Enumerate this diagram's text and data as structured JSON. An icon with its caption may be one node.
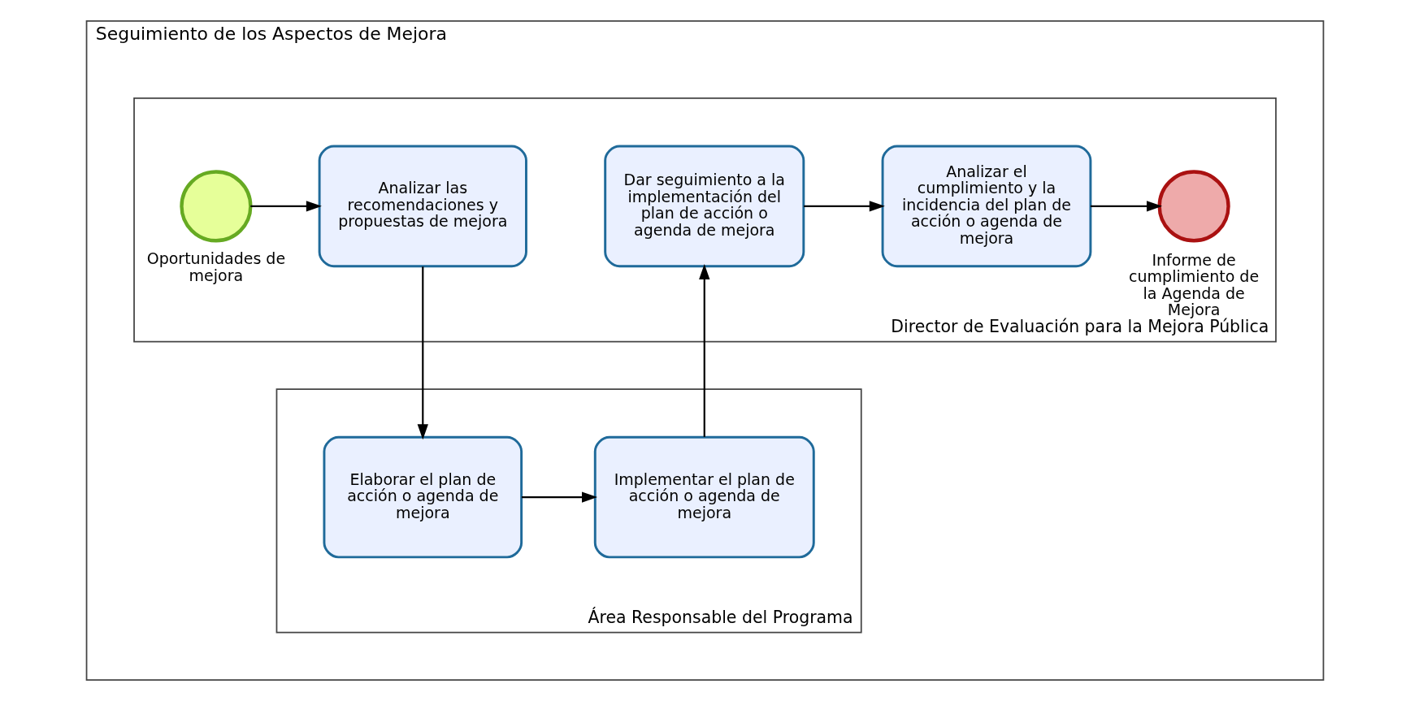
{
  "diagram": {
    "nodes": [
      {
        "text": [
          "Seguimiento de los Aspectos de Mejora"
        ]
      },
      {
        "text": [
          "Director de Evaluación para la Mejora Pública"
        ],
        "in": 0
      },
      {
        "text": [
          "Área Responsable del Programa"
        ],
        "in": 0
      },
      {
        "text": [],
        "shape": "circle",
        "in": 1,
        "beside": [
          "Oportunidades de mejora"
        ]
      },
      {
        "text": [
          "Analizar las recomendaciones y propuestas de mejora"
        ],
        "in": 1
      },
      {
        "text": [
          "Dar seguimiento a la implementación del plan de acción o agenda de mejora"
        ],
        "in": 1
      },
      {
        "text": [
          "Analizar el cumplimiento y la incidencia del plan de acción o agenda de mejora"
        ],
        "in": 1
      },
      {
        "text": [],
        "shape": "circle",
        "in": 1,
        "beside": [
          "Informe de cumplimiento de la Agenda de Mejora"
        ]
      },
      {
        "text": [
          "Elaborar el plan de acción o agenda de mejora"
        ],
        "in": 2
      },
      {
        "text": [
          "Implementar el plan de acción o agenda de mejora"
        ],
        "in": 2
      }
    ],
    "edges": [
      {
        "from": 3,
        "to": 4,
        "arrow": "to"
      },
      {
        "from": 4,
        "to": 8,
        "arrow": "to"
      },
      {
        "from": 8,
        "to": 9,
        "arrow": "to"
      },
      {
        "from": 9,
        "to": 5,
        "arrow": "to"
      },
      {
        "from": 5,
        "to": 6,
        "arrow": "to"
      },
      {
        "from": 6,
        "to": 7,
        "arrow": "to"
      }
    ]
  }
}
